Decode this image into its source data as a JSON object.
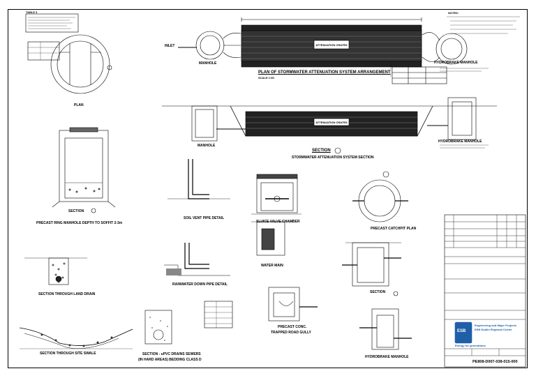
{
  "drawing": {
    "table_label": "TABLE 3",
    "manhole_left": "MANHOLE",
    "inlet_label": "INLET",
    "plan_title": "PLAN OF STORMWATER ATTENUATION SYSTEM ARRANGEMENT",
    "plan_sub": "SCALE 1:50",
    "hydrobrake_plan": "HYDROBRAKE MANHOLE",
    "section_title": "STORMWATER ATTENUATION SYSTEM SECTION",
    "manhole_section": "MANHOLE",
    "hydrobrake_section": "HYDROBRAKE MANHOLE",
    "section_marker": "SECTION",
    "plan_view": "PLAN",
    "precast_section": "SECTION",
    "precast_title": "PRECAST RING MANHOLE  DEPTH TO SOFFIT 2-3m",
    "soil_vent": "SOIL VENT PIPE DETAIL",
    "sluice": "SLUICE VALVE CHAMBER",
    "catchpit_plan": "PRECAST CATCHPIT PLAN",
    "land_drain": "SECTION THROUGH LAND DRAIN",
    "rainwater": "RAINWATER DOWN PIPE DETAIL",
    "water_main": "WATER MAIN",
    "section_sm": "SECTION",
    "swale": "SECTION THROUGH SITE SWALE",
    "upvc_line1": "SECTION - uPVC DRAINS SEWERS",
    "upvc_line2": "(IN HARD AREAS) BEDDING CLASS D",
    "gully_line1": "PRECAST CONC.",
    "gully_line2": "TRAPPED ROAD GULLY",
    "hydrobrake_detail": "HYDROBRAKE MANHOLE"
  },
  "notes_title": "NOTES:",
  "title_block": {
    "company_line1": "Engineering and Major Projects",
    "company_line2": "ESB Dublin Regional Centre",
    "logo_text": "ESB",
    "logo_sub": "Energy for generations",
    "drawing_number": "PE808-D007-038-015-000"
  }
}
